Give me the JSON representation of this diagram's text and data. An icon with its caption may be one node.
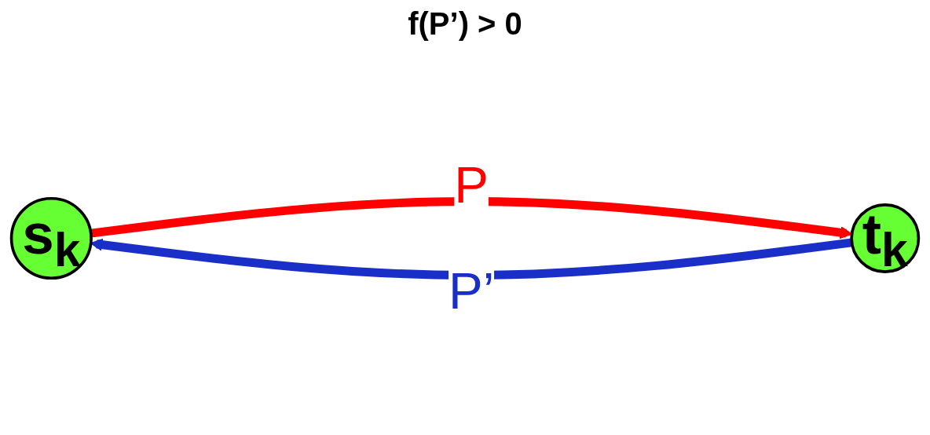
{
  "diagram": {
    "nodes": [
      {
        "text": [
          "s$_{k}$"
        ]
      },
      {
        "text": [
          "t$_{k}$"
        ]
      }
    ],
    "edges": [
      {
        "from": 1,
        "to": 0,
        "arrow": "to",
        "label": "P’",
        "color": "#1a2fc8"
      },
      {
        "from": 0,
        "to": 1,
        "arrow": "to",
        "label": "P",
        "color": "#ff0000"
      }
    ],
    "labels": [
      "f(P’) > 0"
    ]
  }
}
